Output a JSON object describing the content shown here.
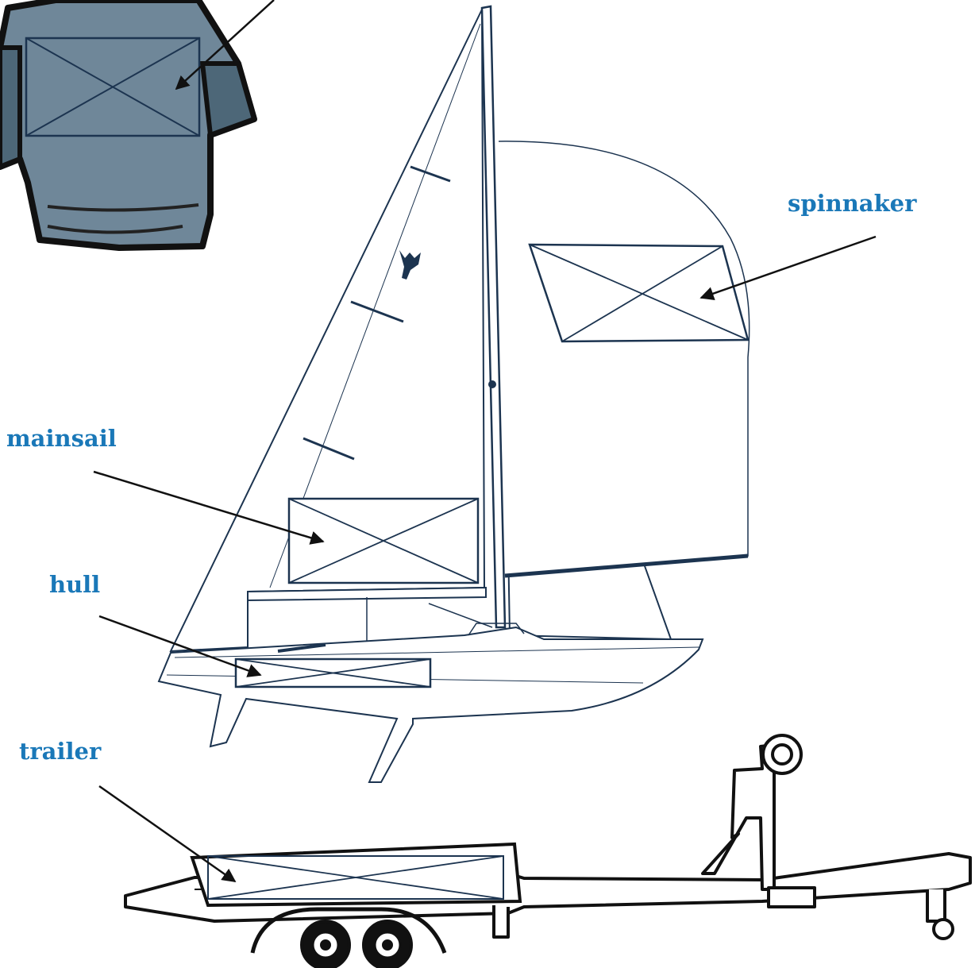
{
  "labels": {
    "spinnaker": "spinnaker",
    "mainsail": "mainsail",
    "hull": "hull",
    "trailer": "trailer"
  },
  "colors": {
    "label": "#1a78b8",
    "line": "#1c3450",
    "shirt": "#6f8799",
    "outline": "#111111"
  },
  "icons": {
    "shirt": "t-shirt-icon",
    "sailboat": "sailboat-drawing",
    "trailer": "boat-trailer-drawing",
    "logo": "sail-insignia-icon"
  }
}
